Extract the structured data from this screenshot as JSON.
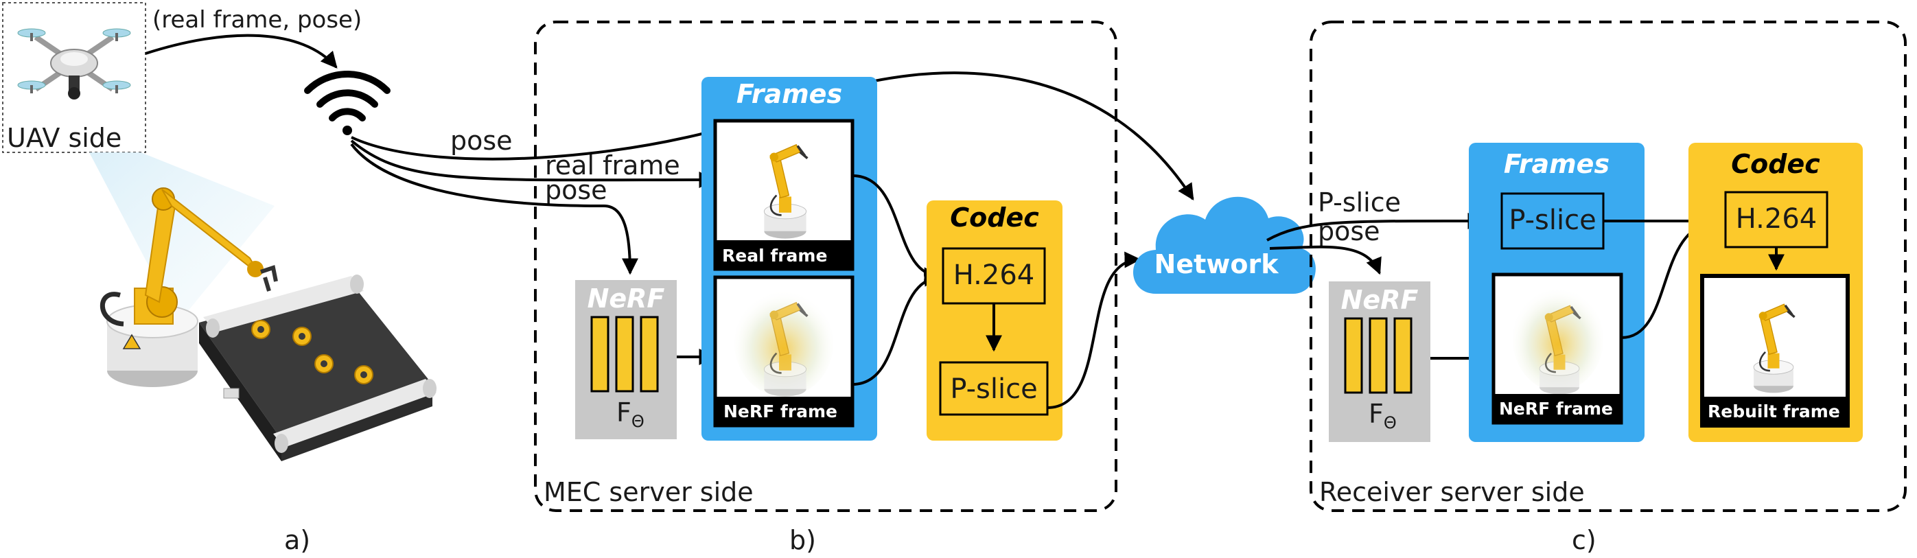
{
  "uav": {
    "label": "UAV side",
    "link_label": "(real frame, pose)"
  },
  "mec": {
    "label": "MEC server side",
    "pose_label": "pose",
    "real_frame_label": "real frame",
    "pose_label_2": "pose",
    "frames_title": "Frames",
    "real_caption": "Real frame",
    "nerf_caption": "NeRF frame",
    "nerf_title": "NeRF",
    "f_theta": "F",
    "f_theta_sub": "Θ",
    "codec_title": "Codec",
    "codec_enc": "H.264",
    "codec_out": "P-slice"
  },
  "network": {
    "label": "Network"
  },
  "receiver": {
    "label": "Receiver server side",
    "pslice_label": "P-slice",
    "pose_label": "pose",
    "frames_title": "Frames",
    "pslice_box": "P-slice",
    "nerf_caption": "NeRF frame",
    "nerf_title": "NeRF",
    "f_theta": "F",
    "f_theta_sub": "Θ",
    "codec_title": "Codec",
    "codec_dec": "H.264",
    "rebuilt_caption": "Rebuilt frame"
  },
  "subfigures": {
    "a": "a)",
    "b": "b)",
    "c": "c)"
  },
  "colors": {
    "blue_panel": "#3aaaf0",
    "yellow_panel": "#fcc92b",
    "gray_panel": "#c8c8c8",
    "nerf_bar": "#f7c82a",
    "robot": "#f2b918",
    "cloud": "#39a6ee"
  }
}
